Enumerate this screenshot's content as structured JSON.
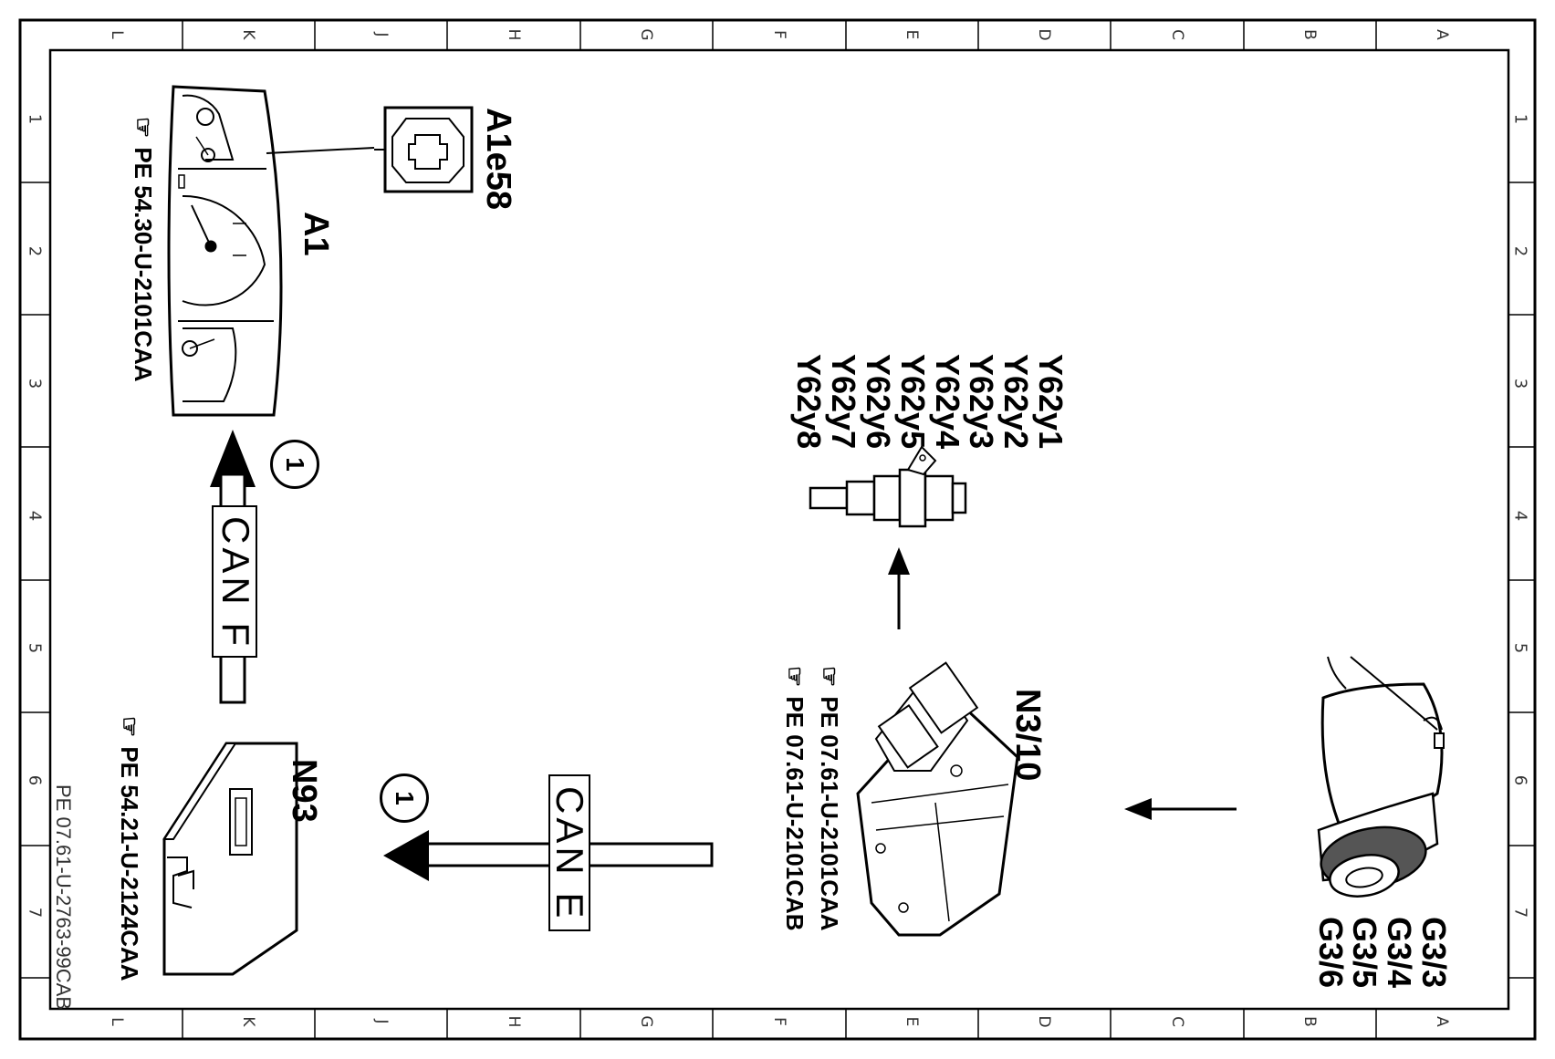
{
  "document_id": "PE 07.61-U-2763-99CAB",
  "grid": {
    "letters": [
      "L",
      "K",
      "J",
      "H",
      "G",
      "F",
      "E",
      "D",
      "C",
      "B",
      "A"
    ],
    "numbers": [
      "1",
      "2",
      "3",
      "4",
      "5",
      "6",
      "7"
    ]
  },
  "components": {
    "instrument_cluster": {
      "label": "A1",
      "ref": "PE 54.30-U-2101CAA"
    },
    "indicator_lamp": {
      "label": "A1e58"
    },
    "gateway": {
      "label": "N93",
      "ref": "PE 54.21-U-2124CAA"
    },
    "engine_control_unit": {
      "label": "N3/10",
      "refs": [
        "PE 07.61-U-2101CAA",
        "PE 07.61-U-2101CAB"
      ]
    },
    "injectors": {
      "labels": [
        "Y62y1",
        "Y62y2",
        "Y62y3",
        "Y62y4",
        "Y62y5",
        "Y62y6",
        "Y62y7",
        "Y62y8"
      ]
    },
    "o2_sensors": {
      "labels": [
        "G3/3",
        "G3/4",
        "G3/5",
        "G3/6"
      ]
    }
  },
  "buses": {
    "can_f": "CAN F",
    "can_e": "CAN E"
  },
  "callouts": {
    "top": "1",
    "bottom": "1"
  },
  "icons": {
    "reference_hand": "pointing-hand-icon",
    "engine_warning": "check-engine-icon"
  }
}
